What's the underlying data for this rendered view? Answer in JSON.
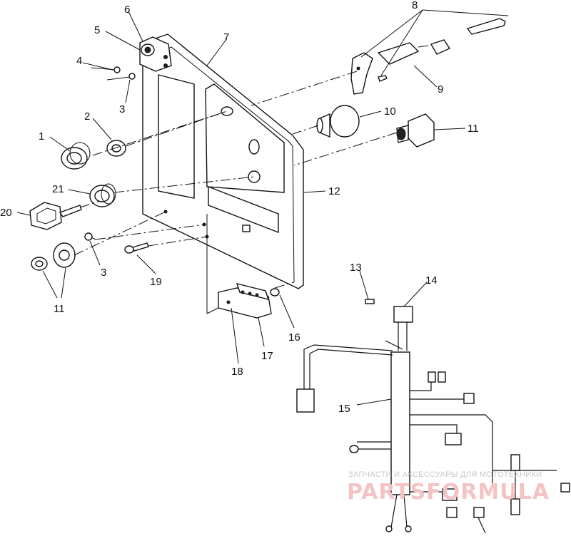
{
  "callouts": {
    "c1": "1",
    "c2": "2",
    "c3a": "3",
    "c3b": "3",
    "c4": "4",
    "c5": "5",
    "c6": "6",
    "c7": "7",
    "c8": "8",
    "c9": "9",
    "c10": "10",
    "c11a": "11",
    "c11b": "11",
    "c12": "12",
    "c13": "13",
    "c14": "14",
    "c15": "15",
    "c16": "16",
    "c17": "17",
    "c18": "18",
    "c19": "19",
    "c20": "20",
    "c21": "21"
  },
  "watermark": {
    "caption": "ЗАПЧАСТИ И АКСЕССУАРЫ ДЛЯ МОТОТЕХНИКИ",
    "logo": "PARTSFORMULA"
  },
  "colors": {
    "ink": "#111111",
    "watermark_logo": "#f4c4c4",
    "watermark_caption": "#c9c9c9"
  }
}
